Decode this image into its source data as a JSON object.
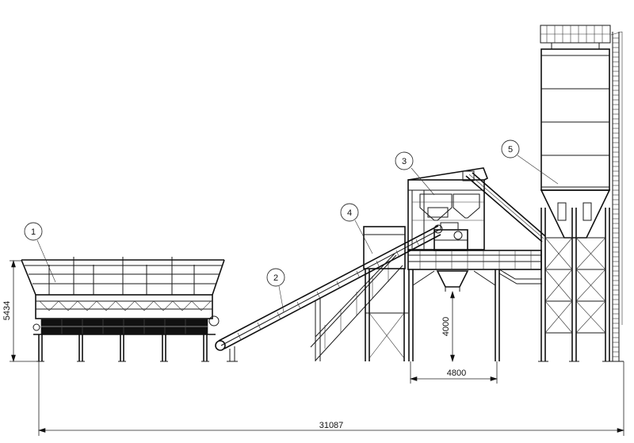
{
  "callouts": [
    "1",
    "2",
    "3",
    "4",
    "5"
  ],
  "dimensions": {
    "overall_length": "31087",
    "bin_height": "5434",
    "discharge_height": "4000",
    "mixer_frame_width": "4800"
  }
}
